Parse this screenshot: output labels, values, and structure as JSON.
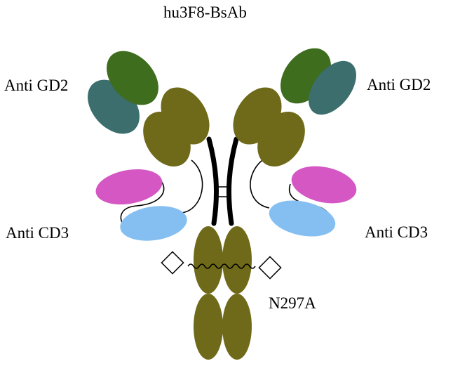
{
  "title": "hu3F8-BsAb",
  "labels": {
    "anti_gd2_left": "Anti GD2",
    "anti_gd2_right": "Anti GD2",
    "anti_cd3_left": "Anti CD3",
    "anti_cd3_right": "Anti CD3",
    "mutation": "N297A"
  },
  "colors": {
    "gd2_outer": "#3b6e6c",
    "gd2_inner": "#3e6d1e",
    "fab_constant": "#6f6a19",
    "cd3_pink": "#d457c3",
    "cd3_blue": "#85bff2",
    "hinge": "#000000",
    "background": "#ffffff"
  }
}
